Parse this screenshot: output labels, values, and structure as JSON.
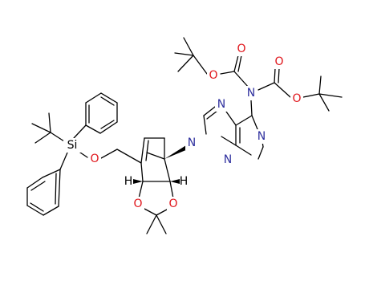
{
  "diagram": {
    "type": "chemical-structure",
    "colors": {
      "carbon_bond": "#000000",
      "oxygen": "#e0151b",
      "nitrogen": "#2e2f9e",
      "silicon": "#000000",
      "hydrogen": "#000000",
      "background": "#ffffff"
    },
    "atom_labels": {
      "o_carbonyl_left": "O",
      "o_ester_left": "O",
      "n_boc": "N",
      "o_carbonyl_right": "O",
      "o_ester_right": "O",
      "n_purine_7": "N",
      "n_purine_1": "N",
      "n_purine_9": "N",
      "n_purine_3": "N",
      "si": "Si",
      "o_silyl_ether": "O",
      "h_left": "H",
      "h_right": "H",
      "o_acetonide_left": "O",
      "o_acetonide_right": "O"
    }
  }
}
